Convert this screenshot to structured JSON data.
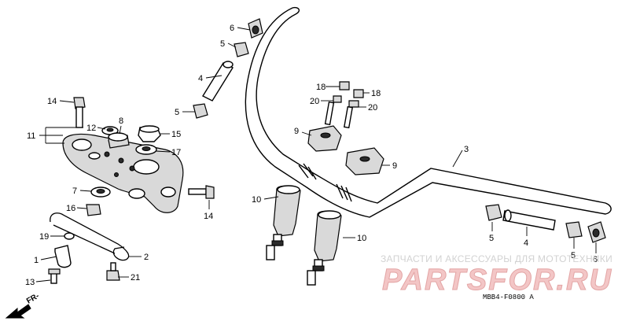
{
  "callouts": [
    {
      "id": "c6a",
      "text": "6"
    },
    {
      "id": "c5a",
      "text": "5"
    },
    {
      "id": "c4a",
      "text": "4"
    },
    {
      "id": "c5b",
      "text": "5"
    },
    {
      "id": "c14a",
      "text": "14"
    },
    {
      "id": "c12",
      "text": "12"
    },
    {
      "id": "c11",
      "text": "11"
    },
    {
      "id": "c8",
      "text": "8"
    },
    {
      "id": "c15",
      "text": "15"
    },
    {
      "id": "c17",
      "text": "17"
    },
    {
      "id": "c7",
      "text": "7"
    },
    {
      "id": "c14b",
      "text": "14"
    },
    {
      "id": "c16",
      "text": "16"
    },
    {
      "id": "c19",
      "text": "19"
    },
    {
      "id": "c1",
      "text": "1"
    },
    {
      "id": "c2",
      "text": "2"
    },
    {
      "id": "c13",
      "text": "13"
    },
    {
      "id": "c21",
      "text": "21"
    },
    {
      "id": "c18a",
      "text": "18"
    },
    {
      "id": "c18b",
      "text": "18"
    },
    {
      "id": "c20a",
      "text": "20"
    },
    {
      "id": "c20b",
      "text": "20"
    },
    {
      "id": "c9a",
      "text": "9"
    },
    {
      "id": "c9b",
      "text": "9"
    },
    {
      "id": "c3",
      "text": "3"
    },
    {
      "id": "c10a",
      "text": "10"
    },
    {
      "id": "c10b",
      "text": "10"
    },
    {
      "id": "c5c",
      "text": "5"
    },
    {
      "id": "c4b",
      "text": "4"
    },
    {
      "id": "c5d",
      "text": "5"
    },
    {
      "id": "c6b",
      "text": "6"
    }
  ],
  "watermark": {
    "line1": "ЗАПЧАСТИ И АКСЕССУАРЫ ДЛЯ МОТОТЕХНИКИ",
    "line2": "PARTSFOR.RU"
  },
  "diagram_code": "MBB4-F0800 A",
  "direction_label": "FR-"
}
